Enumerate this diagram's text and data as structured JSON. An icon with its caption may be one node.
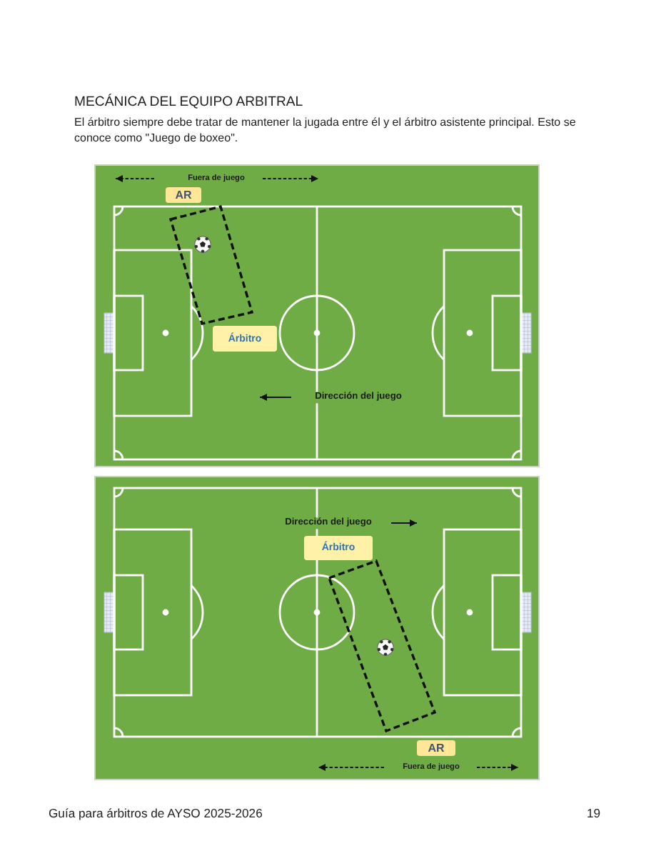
{
  "diagram": {
    "title": "MECÁNICA DEL EQUIPO ARBITRAL",
    "nodes": [
      {
        "text": [
          "AR"
        ]
      },
      {
        "text": [
          "Árbitro"
        ]
      },
      {
        "text": [
          "Árbitro"
        ]
      },
      {
        "text": [
          "AR"
        ]
      }
    ],
    "labels": [
      "El árbitro siempre debe tratar de mantener la jugada entre él y el árbitro asistente principal. Esto se conoce como \"Juego de boxeo\".",
      "Fuera de juego",
      "Dirección del juego",
      "Dirección del juego",
      "Fuera de juego",
      "Guía para árbitros de AYSO 2025-2026",
      "19"
    ]
  }
}
